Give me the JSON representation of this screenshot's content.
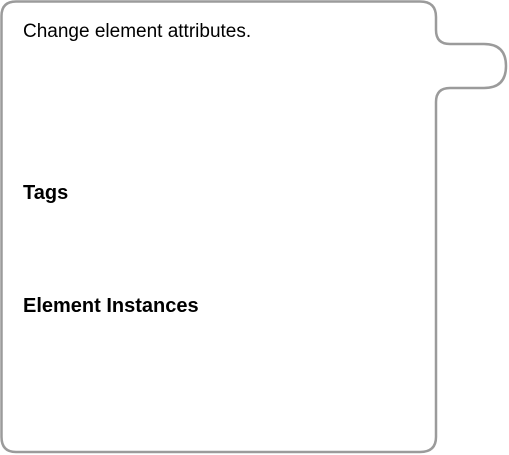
{
  "panel": {
    "description": "Change element attributes.",
    "border_color": "#9b9b9b"
  },
  "sections": {
    "tags": {
      "heading": "Tags"
    },
    "element_instances": {
      "heading": "Element Instances"
    }
  }
}
